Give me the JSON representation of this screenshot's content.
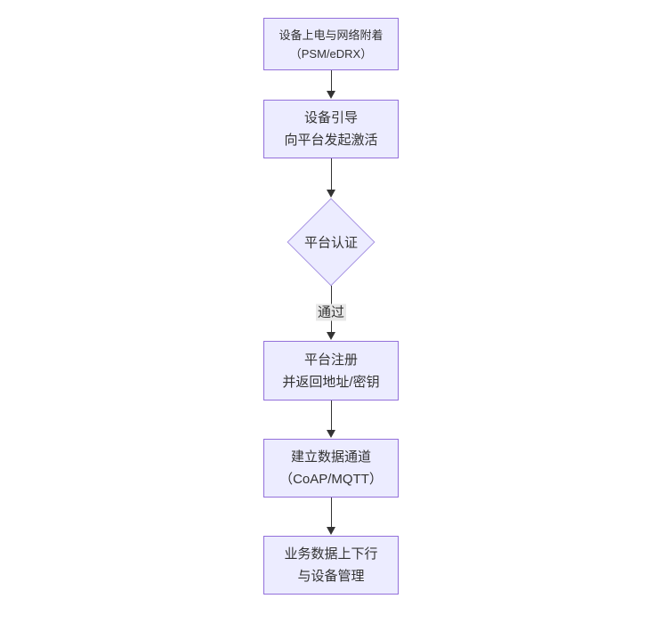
{
  "diagram": {
    "type": "flowchart",
    "direction": "top-down",
    "colors": {
      "background": "#ffffff",
      "node_fill": "#ECECFF",
      "node_border": "#9370DB",
      "diamond_border": "#a793e2",
      "arrow": "#333333",
      "text": "#333333",
      "edge_label_bg": "#e8e8e8"
    },
    "nodes": [
      {
        "id": "power-on",
        "shape": "rect",
        "lines": [
          "设备上电与网络附着",
          "（PSM/eDRX）"
        ]
      },
      {
        "id": "bootstrap",
        "shape": "rect",
        "lines": [
          "设备引导",
          "向平台发起激活"
        ]
      },
      {
        "id": "auth",
        "shape": "diamond",
        "lines": [
          "平台认证"
        ]
      },
      {
        "id": "register",
        "shape": "rect",
        "lines": [
          "平台注册",
          "并返回地址/密钥"
        ]
      },
      {
        "id": "data-channel",
        "shape": "rect",
        "lines": [
          "建立数据通道",
          "（CoAP/MQTT）"
        ]
      },
      {
        "id": "business-data",
        "shape": "rect",
        "lines": [
          "业务数据上下行",
          "与设备管理"
        ]
      }
    ],
    "edges": [
      {
        "from": "power-on",
        "to": "bootstrap",
        "label": ""
      },
      {
        "from": "bootstrap",
        "to": "auth",
        "label": ""
      },
      {
        "from": "auth",
        "to": "register",
        "label": "通过"
      },
      {
        "from": "register",
        "to": "data-channel",
        "label": ""
      },
      {
        "from": "data-channel",
        "to": "business-data",
        "label": ""
      }
    ]
  }
}
